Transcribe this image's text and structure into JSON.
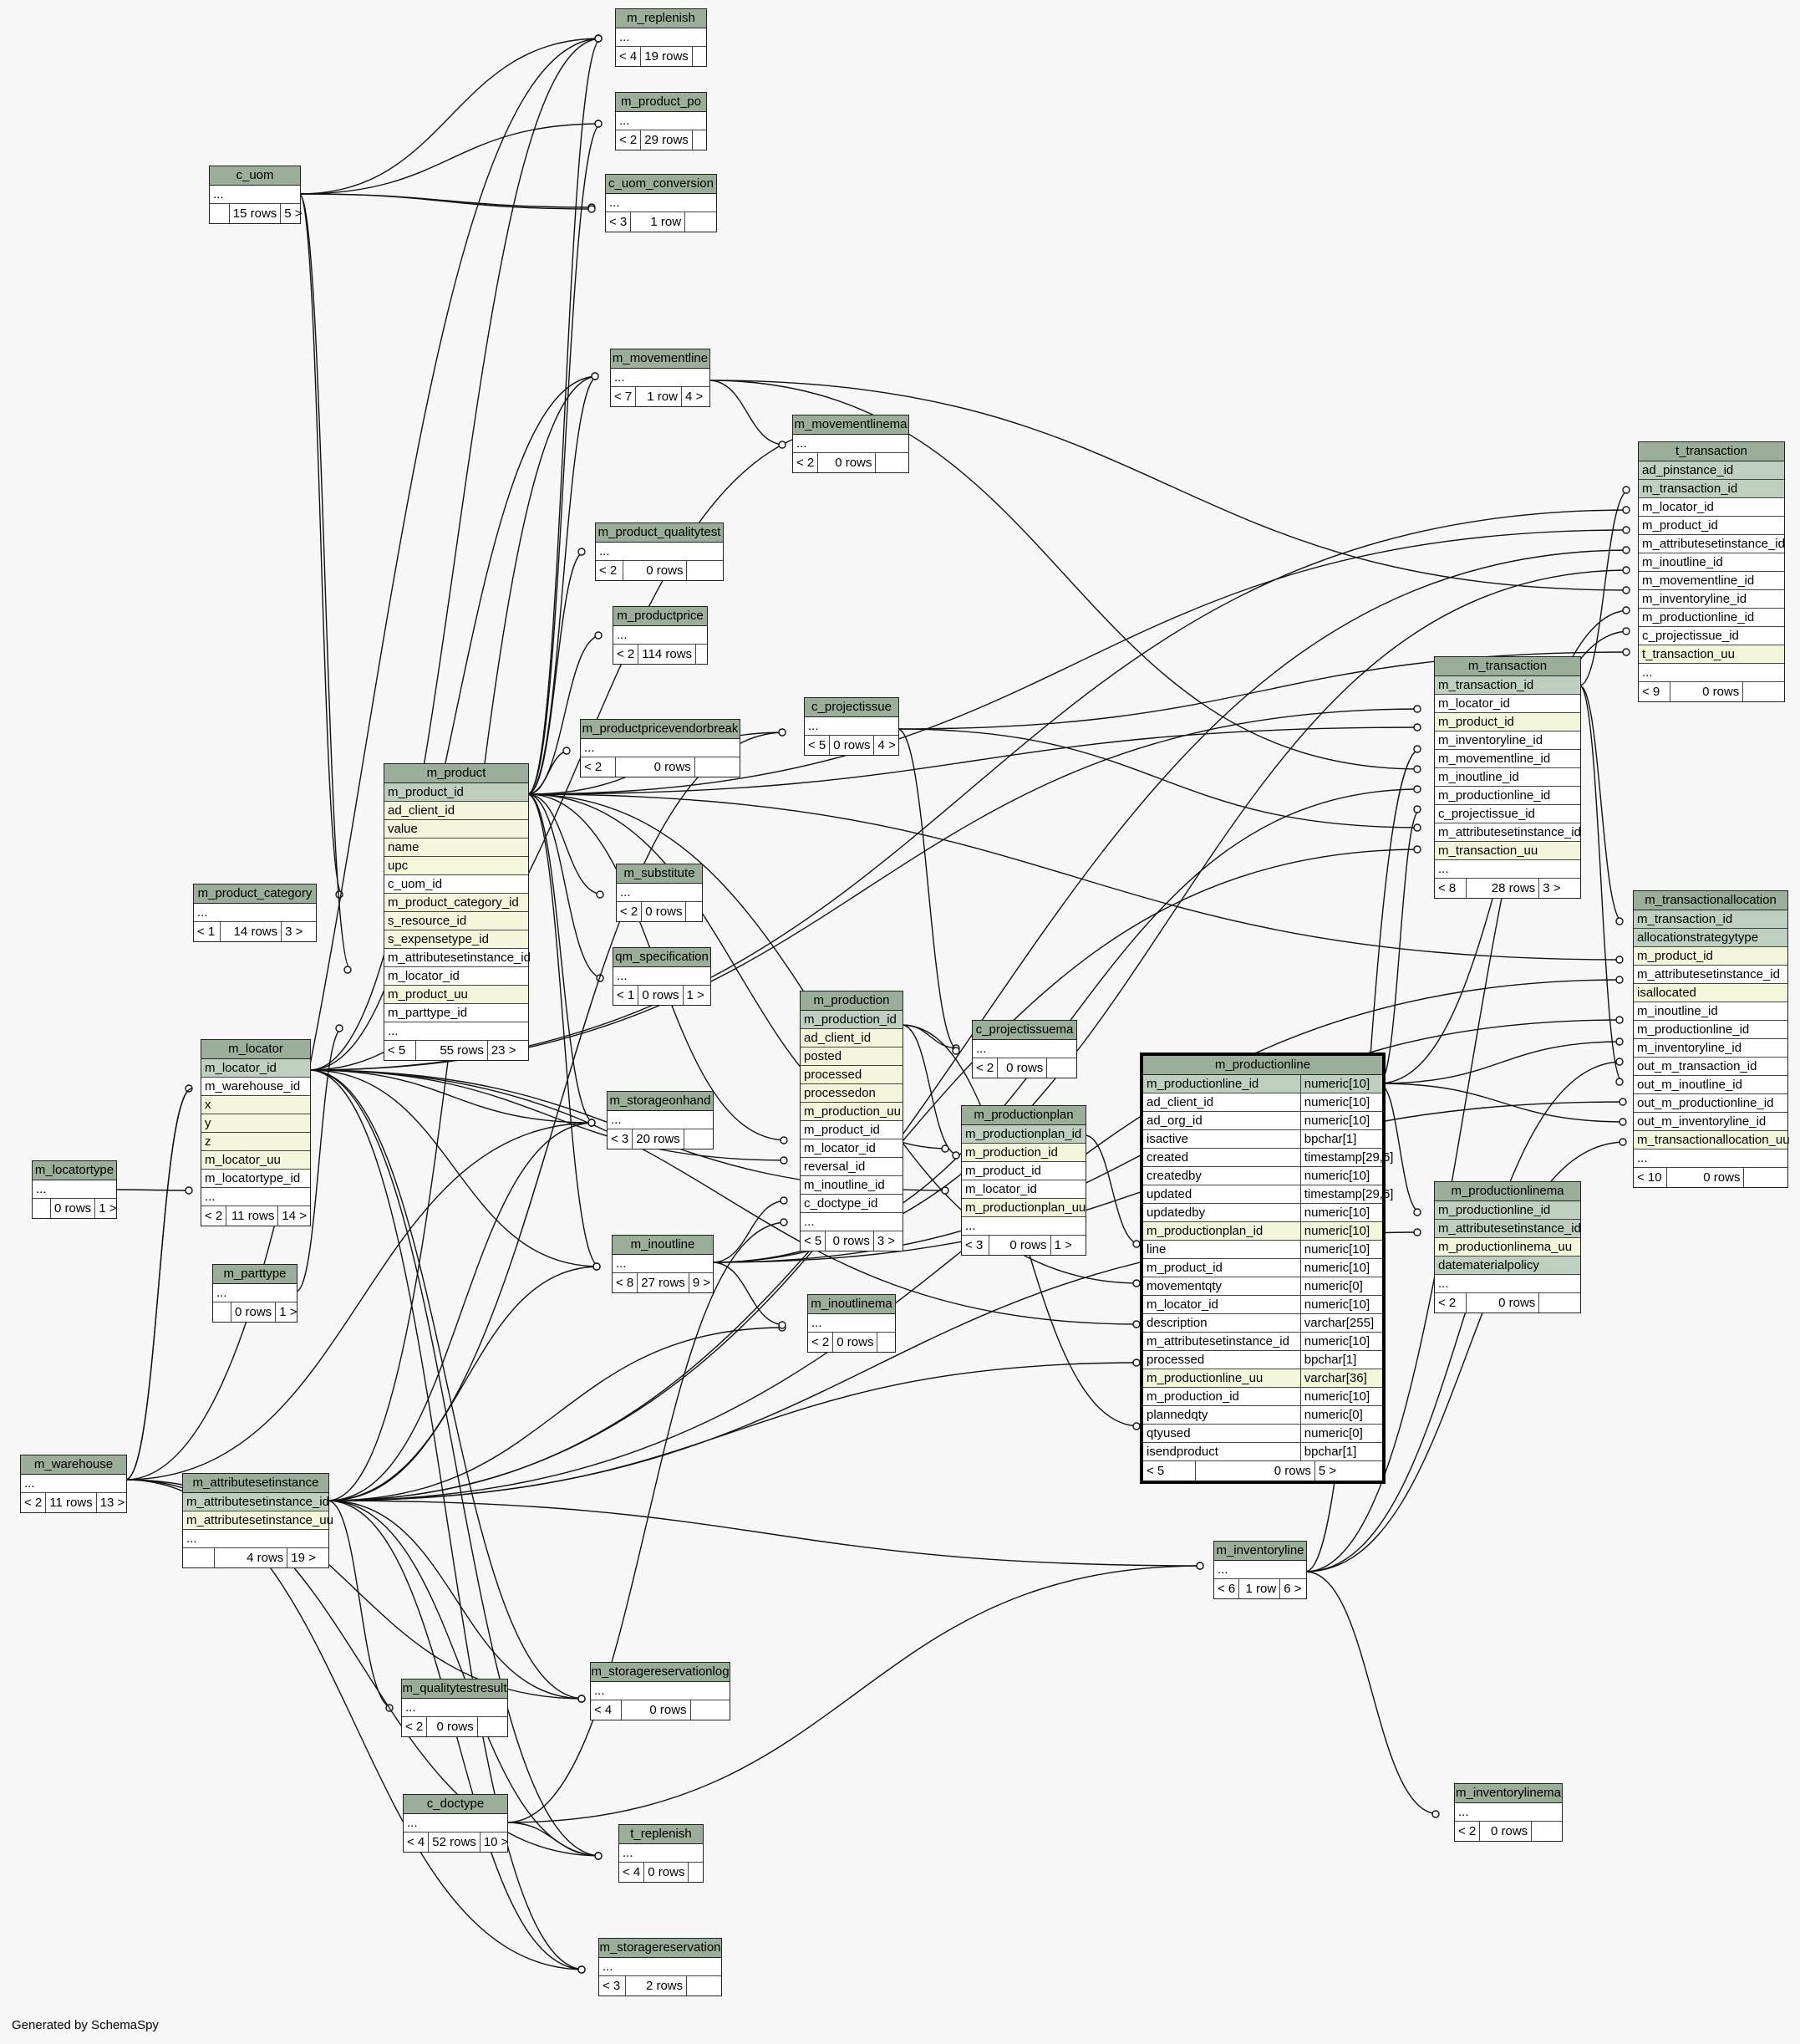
{
  "credit": "Generated by SchemaSpy",
  "colors": {
    "header": "#9aae9a",
    "primary_key": "#bfcfbf",
    "unique": "#f4f6dc",
    "background": "#f7f7f7"
  },
  "tables": [
    {
      "name": "m_replenish",
      "rows": [
        "..."
      ],
      "footer": [
        "< 4",
        "19 rows",
        ""
      ]
    },
    {
      "name": "m_product_po",
      "rows": [
        "..."
      ],
      "footer": [
        "< 2",
        "29 rows",
        ""
      ]
    },
    {
      "name": "c_uom",
      "rows": [
        "..."
      ],
      "footer": [
        "",
        "15 rows",
        "5 >"
      ]
    },
    {
      "name": "c_uom_conversion",
      "rows": [
        "..."
      ],
      "footer": [
        "< 3",
        "1 row",
        ""
      ]
    },
    {
      "name": "m_movementline",
      "rows": [
        "..."
      ],
      "footer": [
        "< 7",
        "1 row",
        "4 >"
      ]
    },
    {
      "name": "m_movementlinema",
      "rows": [
        "..."
      ],
      "footer": [
        "< 2",
        "0 rows",
        ""
      ]
    },
    {
      "name": "m_product_qualitytest",
      "rows": [
        "..."
      ],
      "footer": [
        "< 2",
        "0 rows",
        ""
      ]
    },
    {
      "name": "m_productprice",
      "rows": [
        "..."
      ],
      "footer": [
        "< 2",
        "114 rows",
        ""
      ]
    },
    {
      "name": "m_productpricevendorbreak",
      "rows": [
        "..."
      ],
      "footer": [
        "< 2",
        "0 rows",
        ""
      ]
    },
    {
      "name": "c_projectissue",
      "rows": [
        "..."
      ],
      "footer": [
        "< 5",
        "0 rows",
        "4 >"
      ]
    },
    {
      "name": "m_product",
      "rows": [
        "m_product_id",
        "ad_client_id",
        "value",
        "name",
        "upc",
        "c_uom_id",
        "m_product_category_id",
        "s_resource_id",
        "s_expensetype_id",
        "m_attributesetinstance_id",
        "m_locator_id",
        "m_product_uu",
        "m_parttype_id",
        "..."
      ],
      "footer": [
        "< 5",
        "55 rows",
        "23 >"
      ]
    },
    {
      "name": "m_product_category",
      "rows": [
        "..."
      ],
      "footer": [
        "< 1",
        "14 rows",
        "3 >"
      ]
    },
    {
      "name": "m_substitute",
      "rows": [
        "..."
      ],
      "footer": [
        "< 2",
        "0 rows",
        ""
      ]
    },
    {
      "name": "qm_specification",
      "rows": [
        "..."
      ],
      "footer": [
        "< 1",
        "0 rows",
        "1 >"
      ]
    },
    {
      "name": "m_locator",
      "rows": [
        "m_locator_id",
        "m_warehouse_id",
        "x",
        "y",
        "z",
        "m_locator_uu",
        "m_locatortype_id",
        "..."
      ],
      "footer": [
        "< 2",
        "11 rows",
        "14 >"
      ]
    },
    {
      "name": "m_production",
      "rows": [
        "m_production_id",
        "ad_client_id",
        "posted",
        "processed",
        "processedon",
        "m_production_uu",
        "m_product_id",
        "m_locator_id",
        "reversal_id",
        "m_inoutline_id",
        "c_doctype_id",
        "..."
      ],
      "footer": [
        "< 5",
        "0 rows",
        "3 >"
      ]
    },
    {
      "name": "c_projectissuema",
      "rows": [
        "..."
      ],
      "footer": [
        "< 2",
        "0 rows",
        ""
      ]
    },
    {
      "name": "m_storageonhand",
      "rows": [
        "..."
      ],
      "footer": [
        "< 3",
        "20 rows",
        ""
      ]
    },
    {
      "name": "m_productionplan",
      "rows": [
        "m_productionplan_id",
        "m_production_id",
        "m_product_id",
        "m_locator_id",
        "m_productionplan_uu",
        "..."
      ],
      "footer": [
        "< 3",
        "0 rows",
        "1 >"
      ]
    },
    {
      "name": "m_locatortype",
      "rows": [
        "..."
      ],
      "footer": [
        "",
        "0 rows",
        "1 >"
      ]
    },
    {
      "name": "m_parttype",
      "rows": [
        "..."
      ],
      "footer": [
        "",
        "0 rows",
        "1 >"
      ]
    },
    {
      "name": "m_inoutline",
      "rows": [
        "..."
      ],
      "footer": [
        "< 8",
        "27 rows",
        "9 >"
      ]
    },
    {
      "name": "m_inoutlinema",
      "rows": [
        "..."
      ],
      "footer": [
        "< 2",
        "0 rows",
        ""
      ]
    },
    {
      "name": "m_warehouse",
      "rows": [
        "..."
      ],
      "footer": [
        "< 2",
        "11 rows",
        "13 >"
      ]
    },
    {
      "name": "m_attributesetinstance",
      "rows": [
        "m_attributesetinstance_id",
        "m_attributesetinstance_uu",
        "..."
      ],
      "footer": [
        "",
        "4 rows",
        "19 >"
      ]
    },
    {
      "name": "m_qualitytestresult",
      "rows": [
        "..."
      ],
      "footer": [
        "< 2",
        "0 rows",
        ""
      ]
    },
    {
      "name": "m_storagereservationlog",
      "rows": [
        "..."
      ],
      "footer": [
        "< 4",
        "0 rows",
        ""
      ]
    },
    {
      "name": "c_doctype",
      "rows": [
        "..."
      ],
      "footer": [
        "< 4",
        "52 rows",
        "10 >"
      ]
    },
    {
      "name": "t_replenish",
      "rows": [
        "..."
      ],
      "footer": [
        "< 4",
        "0 rows",
        ""
      ]
    },
    {
      "name": "m_storagereservation",
      "rows": [
        "..."
      ],
      "footer": [
        "< 3",
        "2 rows",
        ""
      ]
    },
    {
      "name": "m_transaction",
      "rows": [
        "m_transaction_id",
        "m_locator_id",
        "m_product_id",
        "m_inventoryline_id",
        "m_movementline_id",
        "m_inoutline_id",
        "m_productionline_id",
        "c_projectissue_id",
        "m_attributesetinstance_id",
        "m_transaction_uu",
        "..."
      ],
      "footer": [
        "< 8",
        "28 rows",
        "3 >"
      ]
    },
    {
      "name": "t_transaction",
      "rows": [
        "ad_pinstance_id",
        "m_transaction_id",
        "m_locator_id",
        "m_product_id",
        "m_attributesetinstance_id",
        "m_inoutline_id",
        "m_movementline_id",
        "m_inventoryline_id",
        "m_productionline_id",
        "c_projectissue_id",
        "t_transaction_uu",
        "..."
      ],
      "footer": [
        "< 9",
        "0 rows",
        ""
      ]
    },
    {
      "name": "m_transactionallocation",
      "rows": [
        "m_transaction_id",
        "allocationstrategytype",
        "m_product_id",
        "m_attributesetinstance_id",
        "isallocated",
        "m_inoutline_id",
        "m_productionline_id",
        "m_inventoryline_id",
        "out_m_transaction_id",
        "out_m_inoutline_id",
        "out_m_productionline_id",
        "out_m_inventoryline_id",
        "m_transactionallocation_uu",
        "..."
      ],
      "footer": [
        "< 10",
        "0 rows",
        ""
      ]
    },
    {
      "name": "m_productionlinema",
      "rows": [
        "m_productionline_id",
        "m_attributesetinstance_id",
        "m_productionlinema_uu",
        "datematerialpolicy",
        "..."
      ],
      "footer": [
        "< 2",
        "0 rows",
        ""
      ]
    },
    {
      "name": "m_inventoryline",
      "rows": [
        "..."
      ],
      "footer": [
        "< 6",
        "1 row",
        "6 >"
      ]
    },
    {
      "name": "m_inventorylinema",
      "rows": [
        "..."
      ],
      "footer": [
        "< 2",
        "0 rows",
        ""
      ]
    },
    {
      "name": "m_productionline",
      "rows": [
        [
          "m_productionline_id",
          "numeric[10]"
        ],
        [
          "ad_client_id",
          "numeric[10]"
        ],
        [
          "ad_org_id",
          "numeric[10]"
        ],
        [
          "isactive",
          "bpchar[1]"
        ],
        [
          "created",
          "timestamp[29,6]"
        ],
        [
          "createdby",
          "numeric[10]"
        ],
        [
          "updated",
          "timestamp[29,6]"
        ],
        [
          "updatedby",
          "numeric[10]"
        ],
        [
          "m_productionplan_id",
          "numeric[10]"
        ],
        [
          "line",
          "numeric[10]"
        ],
        [
          "m_product_id",
          "numeric[10]"
        ],
        [
          "movementqty",
          "numeric[0]"
        ],
        [
          "m_locator_id",
          "numeric[10]"
        ],
        [
          "description",
          "varchar[255]"
        ],
        [
          "m_attributesetinstance_id",
          "numeric[10]"
        ],
        [
          "processed",
          "bpchar[1]"
        ],
        [
          "m_productionline_uu",
          "varchar[36]"
        ],
        [
          "m_production_id",
          "numeric[10]"
        ],
        [
          "plannedqty",
          "numeric[0]"
        ],
        [
          "qtyused",
          "numeric[0]"
        ],
        [
          "isendproduct",
          "bpchar[1]"
        ]
      ],
      "footer": [
        "< 5",
        "0 rows",
        "5 >"
      ]
    }
  ]
}
